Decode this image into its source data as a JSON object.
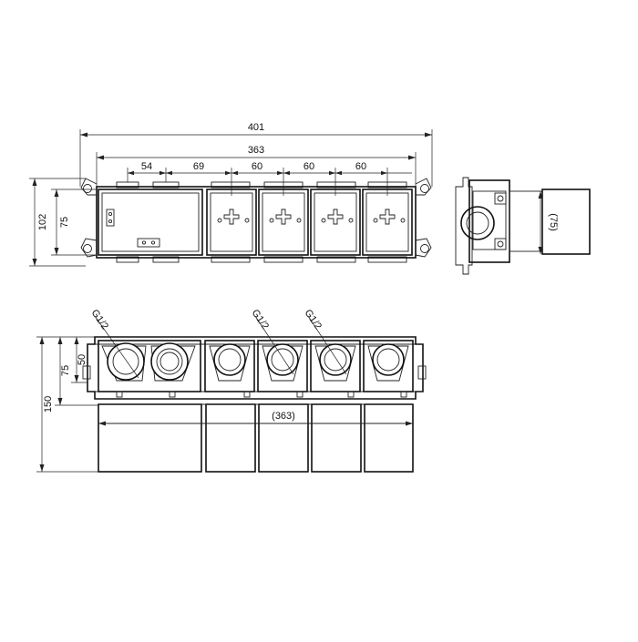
{
  "drawing": {
    "dims": {
      "overall_width": "401",
      "inner_width": "363",
      "seg1": "54",
      "seg2": "69",
      "seg3": "60",
      "seg4": "60",
      "seg5": "60",
      "height_outer": "102",
      "height_inner": "75",
      "side_depth": "(75)",
      "front_50": "50",
      "front_75": "75",
      "front_150": "150",
      "front_width": "(363)"
    },
    "thread_labels": [
      "G1/2",
      "G1/2",
      "G1/2"
    ]
  }
}
